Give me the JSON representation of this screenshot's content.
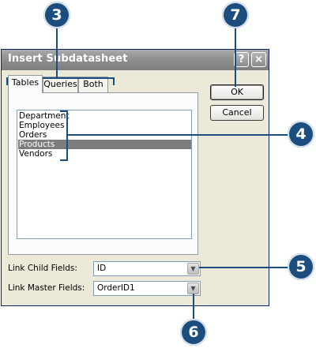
{
  "dialog": {
    "title": "Insert Subdatasheet",
    "help_glyph": "?",
    "close_glyph": "×"
  },
  "tabs": [
    {
      "label": "Tables",
      "active": true
    },
    {
      "label": "Queries",
      "active": false
    },
    {
      "label": "Both",
      "active": false
    }
  ],
  "list": {
    "items": [
      "Department",
      "Employees",
      "Orders",
      "Products",
      "Vendors"
    ],
    "selected": "Products"
  },
  "fields": {
    "child_label": "Link Child Fields:",
    "child_value": "ID",
    "master_label": "Link Master Fields:",
    "master_value": "OrderID1"
  },
  "buttons": {
    "ok": "OK",
    "cancel": "Cancel"
  },
  "callouts": [
    "3",
    "7",
    "4",
    "5",
    "6"
  ],
  "colors": {
    "callout": "#1b4e7f",
    "selected_row": "#7d7d7d",
    "titlebar": "#8f8f8f"
  }
}
